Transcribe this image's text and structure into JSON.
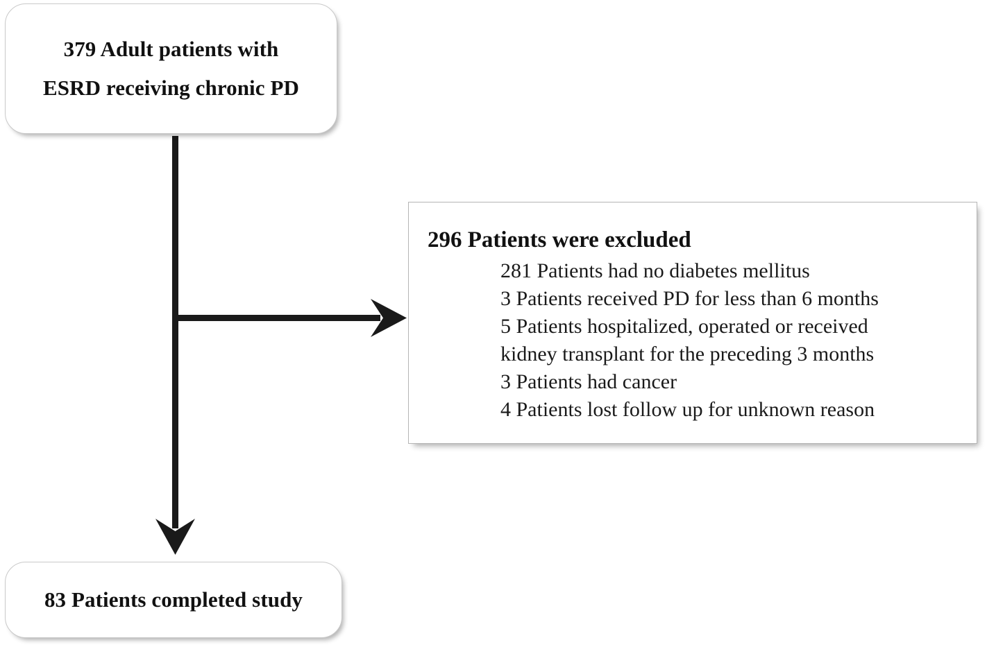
{
  "diagram": {
    "type": "patient-flow-chart",
    "background_color": "#ffffff",
    "line_color": "#1a1a1a",
    "text_color": "#111111",
    "border_color": "#c9c9c9"
  },
  "enrolled_box": {
    "line1": "379 Adult patients with",
    "line2": "ESRD receiving chronic PD",
    "count": "379"
  },
  "excluded_box": {
    "heading": "296 Patients were excluded",
    "count": "296",
    "reasons": [
      "281 Patients had no diabetes mellitus",
      "3 Patients received PD for less than 6 months",
      "5 Patients hospitalized, operated or received",
      "kidney transplant for the preceding 3 months",
      "3 Patients had cancer",
      "4 Patients lost follow up for unknown reason"
    ]
  },
  "completed_box": {
    "line1": "83 Patients completed study",
    "count": "83"
  },
  "connectors": {
    "trunk_label": "vertical-flow-line",
    "branch_label": "exclusion-branch-arrow",
    "down_label": "continue-arrow"
  }
}
